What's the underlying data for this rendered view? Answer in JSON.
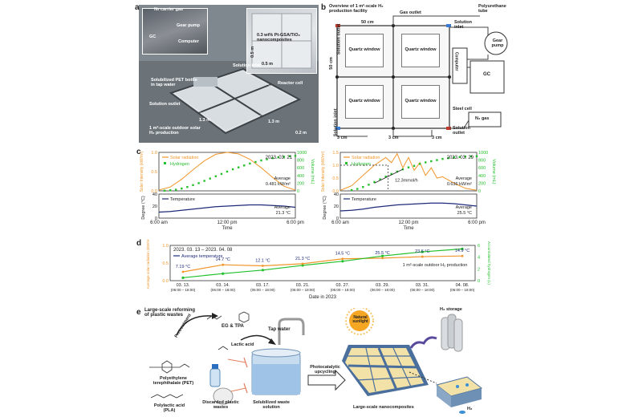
{
  "panel_a": {
    "letter": "a",
    "carrier_gas": "N₂ carrier gas",
    "gear_pump": "Gear pump",
    "gc": "GC",
    "computer": "Computer",
    "solution_inlet": "Solution inlet",
    "pet_bottle": "Solubilized PET bottle in tap water",
    "reactor_cell": "Reactor cell",
    "solution_outlet": "Solution outlet",
    "size_13m_a": "1.3 m",
    "size_13m_b": "1.3 m",
    "scale_02m": "0.2 m",
    "caption": "1 m²-scale outdoor solar H₂ production",
    "inset_label": "0.3 wt% Pt-GSA/TiO₂ nanocomposites",
    "inset_05m_a": "0.5 m",
    "inset_05m_b": "0.5 m"
  },
  "panel_b": {
    "letter": "b",
    "title": "Overview of 1 m²-scale H₂ production facility",
    "gas_outlet": "Gas outlet",
    "polyurethane": "Polyurethane tube",
    "gear_pump": "Gear pump",
    "solution_inlet_top": "Solution inlet",
    "solution_outlet_left": "Solution outlet",
    "dim_50cm_top": "50 cm",
    "dim_50cm_left": "50 cm",
    "windows": [
      "Quartz window",
      "Quartz window",
      "Quartz window",
      "Quartz window"
    ],
    "computer": "Computer",
    "gc": "GC",
    "steel_cell": "Steel cell",
    "n2_gas": "N₂ gas",
    "solution_inlet_left": "Solution inlet",
    "solution_outlet_right": "Solution outlet",
    "dim_3cm": [
      "3 cm",
      "3 cm",
      "3 cm"
    ]
  },
  "panel_c": {
    "letter": "c",
    "chart_data": [
      {
        "type": "line",
        "date": "2023. 03. 21",
        "legend": [
          "Solar radiation",
          "Hydrogen"
        ],
        "ylabel_left": "Solar Intensity (kW/m²)",
        "ylabel_right": "Volume (mL)",
        "ylim_left": [
          0,
          1.0
        ],
        "yticks_left": [
          "0.0",
          "0.5",
          "1.0"
        ],
        "ylim_right": [
          0,
          1000
        ],
        "yticks_right": [
          "0",
          "200",
          "400",
          "600",
          "800",
          "1000"
        ],
        "solar": [
          [
            6,
            0.02
          ],
          [
            7,
            0.1
          ],
          [
            8,
            0.3
          ],
          [
            9,
            0.55
          ],
          [
            10,
            0.78
          ],
          [
            11,
            0.95
          ],
          [
            12,
            1.0
          ],
          [
            13,
            0.96
          ],
          [
            14,
            0.82
          ],
          [
            15,
            0.6
          ],
          [
            16,
            0.35
          ],
          [
            17,
            0.12
          ],
          [
            18,
            0.02
          ]
        ],
        "hydrogen": [
          [
            6.5,
            5
          ],
          [
            7,
            15
          ],
          [
            7.5,
            30
          ],
          [
            8,
            60
          ],
          [
            8.5,
            100
          ],
          [
            9,
            150
          ],
          [
            9.5,
            200
          ],
          [
            10,
            260
          ],
          [
            10.5,
            320
          ],
          [
            11,
            380
          ],
          [
            11.5,
            440
          ],
          [
            12,
            500
          ],
          [
            12.5,
            560
          ],
          [
            13,
            610
          ],
          [
            13.5,
            660
          ],
          [
            14,
            710
          ],
          [
            14.5,
            750
          ],
          [
            15,
            790
          ],
          [
            15.5,
            820
          ],
          [
            16,
            850
          ],
          [
            16.5,
            870
          ],
          [
            17,
            885
          ],
          [
            17.5,
            900
          ],
          [
            18,
            910
          ]
        ],
        "average_solar_label": "Average",
        "average_solar": "0.481 kW/m²",
        "temp_legend": "Temperature",
        "ylabel_temp": "Degree (°C)",
        "ylim_temp": [
          0,
          40
        ],
        "yticks_temp": [
          "0",
          "20",
          "40"
        ],
        "temperature": [
          [
            6,
            10
          ],
          [
            7,
            11
          ],
          [
            8,
            13
          ],
          [
            9,
            15
          ],
          [
            10,
            17
          ],
          [
            11,
            19
          ],
          [
            12,
            20
          ],
          [
            13,
            21
          ],
          [
            14,
            22
          ],
          [
            15,
            22
          ],
          [
            16,
            21
          ],
          [
            17,
            20
          ],
          [
            18,
            18
          ]
        ],
        "average_temp_label": "Average",
        "average_temp": "21.3 °C",
        "xticks": [
          "6:00 am",
          "12:00 pm",
          "6:00 pm"
        ],
        "xlabel": "Time"
      },
      {
        "type": "line",
        "date": "2023. 03. 29",
        "legend": [
          "Solar radiation",
          "Hydrogen"
        ],
        "ylabel_left": "Solar Intensity (kW/m²)",
        "ylabel_right": "Volume (mL)",
        "ylim_left": [
          0,
          1.5
        ],
        "yticks_left": [
          "0.0",
          "0.5",
          "1.0",
          "1.5"
        ],
        "ylim_right": [
          0,
          1000
        ],
        "yticks_right": [
          "0",
          "200",
          "400",
          "600",
          "800",
          "1000"
        ],
        "solar": [
          [
            6,
            0.02
          ],
          [
            7,
            0.2
          ],
          [
            8,
            0.6
          ],
          [
            9,
            1.0
          ],
          [
            10,
            1.3
          ],
          [
            10.5,
            1.1
          ],
          [
            11,
            1.45
          ],
          [
            11.5,
            0.9
          ],
          [
            12,
            1.3
          ],
          [
            12.5,
            0.8
          ],
          [
            13,
            1.1
          ],
          [
            13.5,
            0.6
          ],
          [
            14,
            0.9
          ],
          [
            14.5,
            0.5
          ],
          [
            15,
            0.55
          ],
          [
            16,
            0.3
          ],
          [
            17,
            0.1
          ],
          [
            18,
            0.02
          ]
        ],
        "hydrogen": [
          [
            7,
            20
          ],
          [
            7.5,
            50
          ],
          [
            8,
            100
          ],
          [
            8.5,
            160
          ],
          [
            9,
            230
          ],
          [
            9.5,
            300
          ],
          [
            10,
            370
          ],
          [
            10.5,
            440
          ],
          [
            11,
            500
          ],
          [
            11.5,
            560
          ],
          [
            12,
            610
          ],
          [
            12.5,
            650
          ],
          [
            13,
            700
          ],
          [
            13.5,
            740
          ],
          [
            14,
            770
          ],
          [
            14.5,
            800
          ],
          [
            15,
            830
          ],
          [
            15.5,
            850
          ],
          [
            16,
            870
          ],
          [
            16.5,
            880
          ],
          [
            17,
            890
          ],
          [
            17.5,
            895
          ],
          [
            18,
            900
          ]
        ],
        "rate_label": "12.3mmol/h",
        "rate_ref": "1.0",
        "average_solar_label": "Average",
        "average_solar": "0.636 kW/m²",
        "temp_legend": "Temperature",
        "ylabel_temp": "Degree (°C)",
        "ylim_temp": [
          0,
          40
        ],
        "yticks_temp": [
          "0",
          "20",
          "40"
        ],
        "temperature": [
          [
            6,
            12
          ],
          [
            7,
            13
          ],
          [
            8,
            15
          ],
          [
            9,
            18
          ],
          [
            10,
            20
          ],
          [
            11,
            22
          ],
          [
            12,
            23
          ],
          [
            13,
            24
          ],
          [
            14,
            25
          ],
          [
            15,
            25
          ],
          [
            16,
            24
          ],
          [
            17,
            22
          ],
          [
            18,
            20
          ]
        ],
        "average_temp_label": "Average",
        "average_temp": "25.5 °C",
        "xticks": [
          "6:00 am",
          "12:00 pm",
          "6:00 pm"
        ],
        "xlabel": "Time"
      }
    ]
  },
  "panel_d": {
    "letter": "d",
    "chart_data": {
      "type": "line",
      "date_range": "2023. 03. 13 – 2023. 04. 08",
      "legend": "Average temperature",
      "ylabel_left": "Average solar radiation (kW/m²)",
      "ylabel_right": "Accumulated hydrogen (L)",
      "ylim_left": [
        0.0,
        1.0
      ],
      "yticks_left": [
        "0.0",
        "0.5",
        "1.0"
      ],
      "ylim_right": [
        0,
        6
      ],
      "yticks_right": [
        "0",
        "2",
        "4",
        "6"
      ],
      "categories": [
        "03. 13.",
        "03. 14.",
        "03. 17.",
        "03. 21.",
        "03. 27.",
        "03. 29.",
        "03. 31.",
        "04. 08."
      ],
      "category_sub": "(06:00 – 18:00)",
      "temperatures": [
        "7.19 °C",
        "14.7 °C",
        "12.1 °C",
        "21.3 °C",
        "14.5 °C",
        "25.5 °C",
        "23.6 °C",
        "14.9 °C"
      ],
      "solar": [
        0.25,
        0.45,
        0.42,
        0.48,
        0.62,
        0.64,
        0.68,
        0.7
      ],
      "hydrogen": [
        0.5,
        1.2,
        1.8,
        2.6,
        3.3,
        4.2,
        4.9,
        5.4
      ],
      "annotation": "1 m²-scale outdoor H₂ production",
      "xlabel": "Date in 2023"
    }
  },
  "panel_e": {
    "letter": "e",
    "heading": "Large-scale reforming of plastic wastes",
    "pretreatment": "Pretreatment",
    "eg_tpa": "EG & TPA",
    "lactic_acid": "Lactic acid",
    "tap_water": "Tap water",
    "pet": "Polyethylene terephthalate (PET)",
    "pla": "Polylactic acid (PLA)",
    "discarded": "Discarded plastic wastes",
    "solubilized": "Solubilized waste solution",
    "photocatalytic": "Photocatalytic upcycling",
    "sunlight": "Natural sunlight",
    "h2_storage": "H₂ storage",
    "nanocomposites": "Large-scale nanocomposites",
    "h2": "H₂",
    "colors": {
      "sun": "#f5a623",
      "panel": "#f3e2a8",
      "frame": "#4a6f9c",
      "tube": "#5a4a9c",
      "liquid": "#9fc3e6"
    }
  },
  "colors": {
    "solar": "#f0962a",
    "hydrogen": "#22c02a",
    "temperature": "#1e2a7a",
    "solar_axis": "#f0962a",
    "h2_axis": "#22c02a"
  }
}
